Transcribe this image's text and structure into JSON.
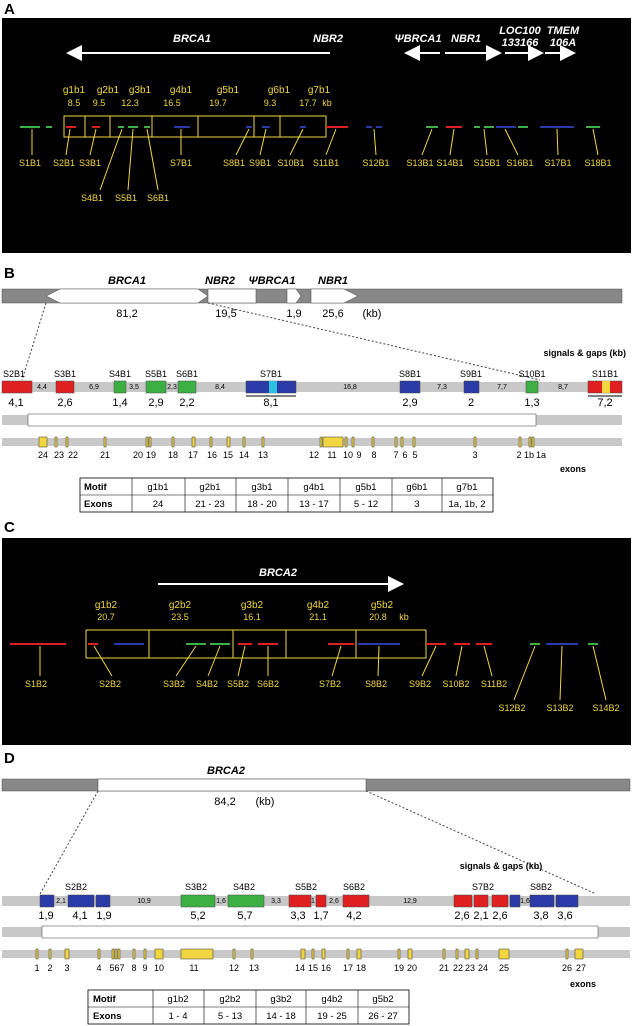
{
  "panelA": {
    "letter": "A",
    "genes": [
      "BRCA1",
      "NBR2",
      "ΨBRCA1",
      "NBR1",
      "LOC100",
      "133166",
      "TMEM",
      "106A"
    ],
    "motifs": [
      "g1b1",
      "g2b1",
      "g3b1",
      "g4b1",
      "g5b1",
      "g6b1",
      "g7b1"
    ],
    "motif_sizes": [
      "8.5",
      "9.5",
      "12.3",
      "16.5",
      "19.7",
      "9.3",
      "17.7"
    ],
    "kb": "kb",
    "signals": [
      "S1B1",
      "S2B1",
      "S3B1",
      "S4B1",
      "S5B1",
      "S6B1",
      "S7B1",
      "S8B1",
      "S9B1",
      "S10B1",
      "S11B1",
      "S12B1",
      "S13B1",
      "S14B1",
      "S15B1",
      "S16B1",
      "S17B1",
      "S18B1"
    ]
  },
  "panelB": {
    "letter": "B",
    "genes": [
      "BRCA1",
      "NBR2",
      "ΨBRCA1",
      "NBR1"
    ],
    "gene_sizes": [
      "81,2",
      "19,5",
      "1,9",
      "25,6"
    ],
    "kb": "(kb)",
    "signals_gaps_label": "signals & gaps (kb)",
    "signals": [
      "S2B1",
      "S3B1",
      "S4B1",
      "S5B1",
      "S6B1",
      "S7B1",
      "S8B1",
      "S9B1",
      "S10B1",
      "S11B1"
    ],
    "signal_sizes": [
      "4,1",
      "2,6",
      "1,4",
      "2,9",
      "2,2",
      "8,1",
      "2,9",
      "2",
      "1,3",
      "7,2"
    ],
    "gaps": [
      "4,4",
      "6,9",
      "3,5",
      "2,3",
      "8,4",
      "16,8",
      "7,3",
      "7,7",
      "8,7"
    ],
    "exons": [
      "24",
      "23",
      "22",
      "21",
      "20",
      "19",
      "18",
      "17",
      "16",
      "15",
      "14",
      "13",
      "12",
      "11",
      "10",
      "9",
      "8",
      "7",
      "6",
      "5",
      "3",
      "2",
      "1b",
      "1a"
    ],
    "exons_label": "exons",
    "table": {
      "header": [
        "Motif",
        "g1b1",
        "g2b1",
        "g3b1",
        "g4b1",
        "g5b1",
        "g6b1",
        "g7b1"
      ],
      "row": [
        "Exons",
        "24",
        "21 - 23",
        "18 - 20",
        "13 - 17",
        "5 - 12",
        "3",
        "1a, 1b, 2"
      ]
    }
  },
  "panelC": {
    "letter": "C",
    "gene": "BRCA2",
    "motifs": [
      "g1b2",
      "g2b2",
      "g3b2",
      "g4b2",
      "g5b2"
    ],
    "motif_sizes": [
      "20.7",
      "23.5",
      "16.1",
      "21.1",
      "20.8"
    ],
    "kb": "kb",
    "signals": [
      "S1B2",
      "S2B2",
      "S3B2",
      "S4B2",
      "S5B2",
      "S6B2",
      "S7B2",
      "S8B2",
      "S9B2",
      "S10B2",
      "S11B2",
      "S12B2",
      "S13B2",
      "S14B2"
    ]
  },
  "panelD": {
    "letter": "D",
    "gene": "BRCA2",
    "gene_size": "84,2",
    "kb": "(kb)",
    "signals_gaps_label": "signals & gaps (kb)",
    "signals": [
      "S2B2",
      "S3B2",
      "S4B2",
      "S5B2",
      "S6B2",
      "S7B2",
      "S8B2"
    ],
    "signal_sizes": [
      "1,9",
      "4,1",
      "1,9",
      "5,2",
      "5,7",
      "3,3",
      "1,7",
      "4,2",
      "2,6",
      "2,1",
      "2,6",
      "3,8",
      "3,6"
    ],
    "gaps": [
      "2,1",
      "10,9",
      "1,6",
      "3,3",
      "1",
      "2,6",
      "12,9",
      "1,6"
    ],
    "exons": [
      "1",
      "2",
      "3",
      "4",
      "567",
      "8",
      "9",
      "10",
      "11",
      "12",
      "13",
      "14",
      "15",
      "16",
      "17",
      "18",
      "19",
      "20",
      "21",
      "22",
      "23",
      "24",
      "25",
      "26",
      "27"
    ],
    "exons_label": "exons",
    "table": {
      "header": [
        "Motif",
        "g1b2",
        "g2b2",
        "g3b2",
        "g4b2",
        "g5b2"
      ],
      "row": [
        "Exons",
        "1 - 4",
        "5 - 13",
        "14 - 18",
        "19 - 25",
        "26 - 27"
      ]
    }
  },
  "colors": {
    "red": "#e02020",
    "green": "#3cb043",
    "blue": "#2a3ba8",
    "yellow": "#f2d640",
    "gray": "#bdbdbd",
    "darkgray": "#777777"
  }
}
